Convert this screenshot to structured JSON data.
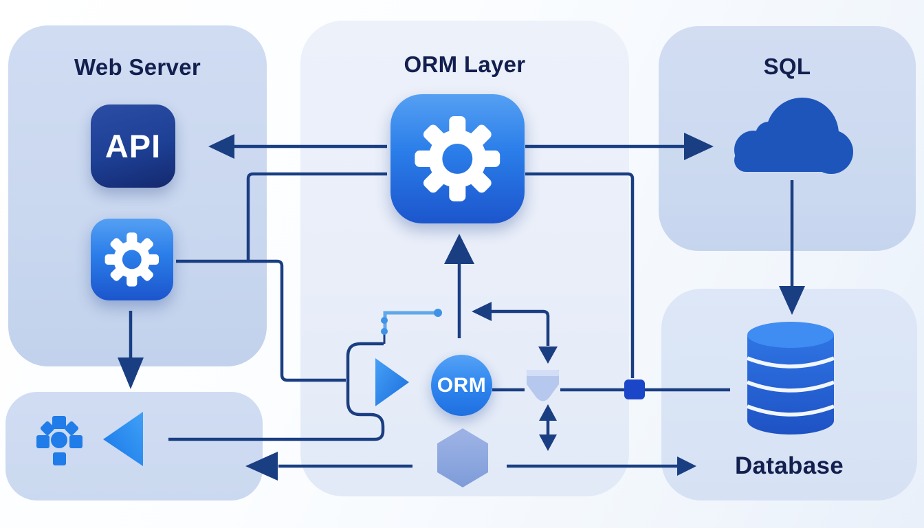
{
  "diagram": {
    "panels": {
      "web_server": {
        "title": "Web Server"
      },
      "orm_layer": {
        "title": "ORM Layer"
      },
      "sql": {
        "title": "SQL"
      },
      "database": {
        "label": "Database"
      }
    },
    "badges": {
      "api": "API",
      "orm": "ORM"
    },
    "icons": [
      "api-badge-icon",
      "gear-icon-web",
      "gear-icon-orm",
      "cloud-icon",
      "database-cylinder-icon",
      "play-triangle-icon",
      "back-triangle-icon",
      "funnel-icon",
      "hexagon-icon",
      "square-node-icon",
      "process-dots-icon"
    ],
    "colors": {
      "line": "#1a3e82",
      "trace": "#5fa8e8",
      "title": "#131f4e",
      "panel_web": "#c9d7ef",
      "panel_orm": "#e9eef9",
      "panel_sql": "#cbd9f0",
      "panel_db": "#d6e2f4",
      "panel_side": "#cbd9f0",
      "accent": "#2a7de9",
      "api": "#1d3f94",
      "cloud": "#1d55bb",
      "node": "#1c46c8",
      "funnel": "#b7c8ee",
      "hexagon": "#93abdf"
    }
  }
}
